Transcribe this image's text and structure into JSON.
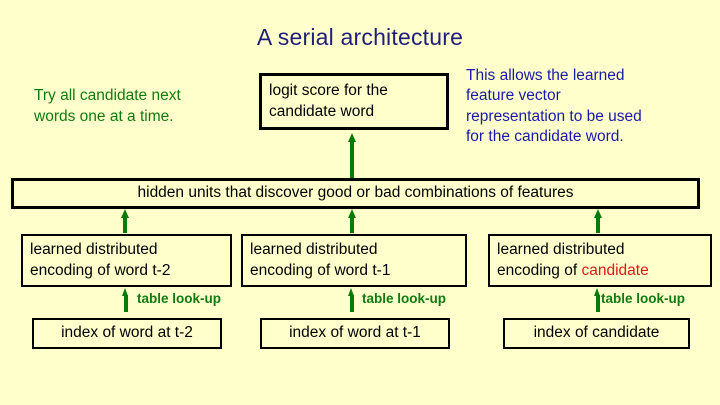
{
  "slide": {
    "title": "A serial architecture",
    "background_color": "#FFFFCC",
    "title_color": "#1F1F7A"
  },
  "annotations": {
    "left_note": {
      "line1": "Try all  candidate next",
      "line2": "words one at a time.",
      "color": "#117A11"
    },
    "right_note": {
      "line1": "This allows the learned",
      "line2": "feature vector",
      "line3": "representation to be used",
      "line4": "for the candidate word.",
      "color": "#1A1AA8"
    }
  },
  "output_box": {
    "line1": "logit score for the",
    "line2": "candidate word"
  },
  "hidden_layer": {
    "label": "hidden units that discover good or bad combinations of features"
  },
  "encoding_boxes": [
    {
      "line1": "learned distributed",
      "line2_prefix": "encoding of word t-2",
      "line2_highlight": ""
    },
    {
      "line1": "learned distributed",
      "line2_prefix": "encoding of word t-1",
      "line2_highlight": ""
    },
    {
      "line1": "learned distributed",
      "line2_prefix": "encoding of ",
      "line2_highlight": "candidate"
    }
  ],
  "lookup_labels": [
    {
      "text": "table look-up"
    },
    {
      "text": "table look-up"
    },
    {
      "text": "table look-up"
    }
  ],
  "index_boxes": [
    {
      "label": "index of word at t-2"
    },
    {
      "label": "index of word at t-1"
    },
    {
      "label": "index of candidate"
    }
  ],
  "colors": {
    "green": "#117A11",
    "blue": "#1A1AA8",
    "red": "#D91A1A",
    "arrow_green": "#0A7A0A",
    "box_border": "#000000"
  }
}
